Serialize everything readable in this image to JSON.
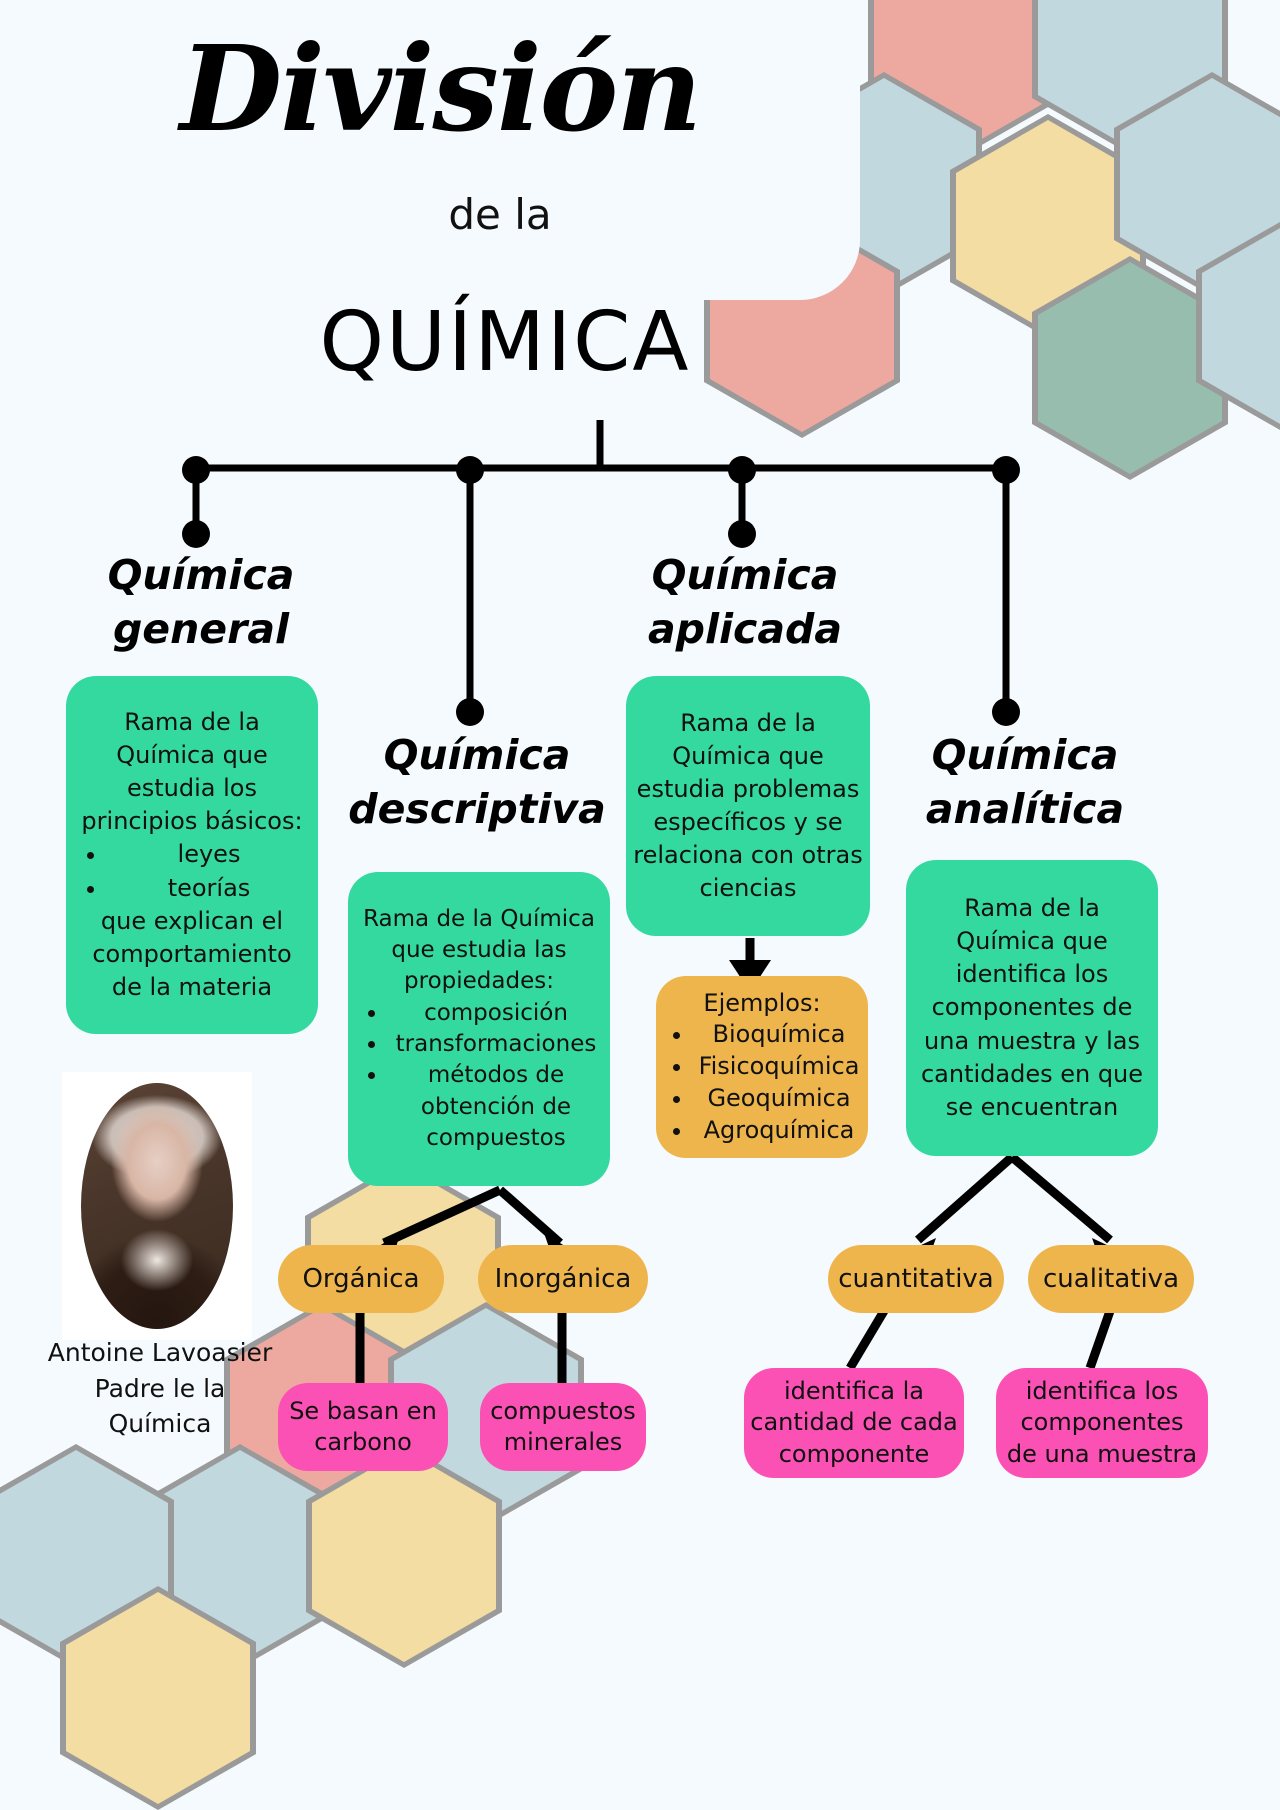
{
  "title": {
    "main": "División",
    "connector": "de la",
    "subject": "QUÍMICA"
  },
  "colors": {
    "background": "#f4fafd",
    "green": "#34d9a0",
    "orange": "#eeb54c",
    "pink": "#fb51b5",
    "hex_border": "#9a9a9a",
    "hex_pink": "#eda9a0",
    "hex_blue": "#c0d8de",
    "hex_yellow": "#f4dda2",
    "hex_teal": "#97bdae",
    "line": "#000000"
  },
  "branches": [
    {
      "id": "general",
      "heading": "Química\ngeneral",
      "body_intro": "Rama de la Química que estudia los principios básicos:",
      "body_bullets": [
        "leyes",
        "teorías"
      ],
      "body_outro": "que explican el comportamiento de la materia"
    },
    {
      "id": "descriptiva",
      "heading": "Química\ndescriptiva",
      "body_intro": "Rama de la Química que estudia las propiedades:",
      "body_bullets": [
        "composición",
        "transformaciones",
        "métodos de obtención de compuestos"
      ],
      "children": [
        {
          "label": "Orgánica",
          "detail": "Se basan en carbono"
        },
        {
          "label": "Inorgánica",
          "detail": "compuestos minerales"
        }
      ]
    },
    {
      "id": "aplicada",
      "heading": "Química\naplicada",
      "body_intro": "Rama de la Química que estudia problemas específicos y se relaciona con otras ciencias",
      "examples_title": "Ejemplos:",
      "examples": [
        "Bioquímica",
        "Fisicoquímica",
        "Geoquímica",
        "Agroquímica"
      ]
    },
    {
      "id": "analitica",
      "heading": "Química\nanalítica",
      "body_intro": "Rama de la Química que identifica los componentes de una muestra y las cantidades en que se encuentran",
      "children": [
        {
          "label": "cuantitativa",
          "detail": "identifica la cantidad de cada componente"
        },
        {
          "label": "cualitativa",
          "detail": "identifica los componentes de una muestra"
        }
      ]
    }
  ],
  "portrait": {
    "name": "Antoine Lavoasier",
    "role_line1": "Padre le la",
    "role_line2": "Química",
    "alt": "portrait-antoine-lavoisier"
  }
}
